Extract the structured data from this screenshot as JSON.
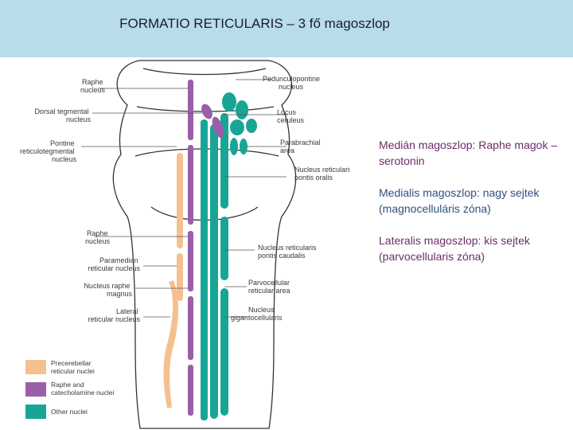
{
  "header": {
    "title": "FORMATIO RETICULARIS – 3 fő magoszlop"
  },
  "colors": {
    "header_bg": "#b8dce9",
    "precerebellar": "#f5c08f",
    "raphe": "#9a5fa8",
    "other": "#18a596",
    "note_purple": "#6b2c6b",
    "note_blue": "#2f4f7f"
  },
  "diagram": {
    "labels_left": {
      "raphe_nucleus_top": [
        "Raphe",
        "nucleus"
      ],
      "dorsal_tegmental": [
        "Dorsal tegmental",
        "nucleus"
      ],
      "pontine_reticulotegmental": [
        "Pontine",
        "reticulotegmental",
        "nucleus"
      ],
      "raphe_nucleus_mid": [
        "Raphe",
        "nucleus"
      ],
      "paramedian": [
        "Paramedian",
        "reticular nucleus"
      ],
      "nucleus_raphe_magnus": [
        "Nucleus raphe",
        "magnus"
      ],
      "lateral_reticular": [
        "Lateral",
        "reticular nucleus"
      ]
    },
    "labels_right": {
      "pedunculopontine": [
        "Pedunculopontine",
        "nucleus"
      ],
      "locus_ceruleus": [
        "Locus",
        "ceruleus"
      ],
      "parabrachial": [
        "Parabrachial",
        "area"
      ],
      "nrp_oralis": [
        "Nucleus reticularis",
        "pontis oralis"
      ],
      "nrp_caudalis": [
        "Nucleus reticularis",
        "pontis caudalis"
      ],
      "parvocellular": [
        "Parvocellular",
        "reticular area"
      ],
      "gigantocellularis": [
        "Nucleus",
        "gigantocellularis"
      ]
    },
    "legend": [
      {
        "lines": [
          "Precerebellar",
          "reticular nuclei"
        ],
        "color": "#f5c08f"
      },
      {
        "lines": [
          "Raphe and",
          "catecholamine nuclei"
        ],
        "color": "#9a5fa8"
      },
      {
        "lines": [
          "Other nuclei"
        ],
        "color": "#18a596"
      }
    ]
  },
  "notes": [
    {
      "text": "Medián magoszlop: Raphe magok – serotonin",
      "color": "#6b2c6b"
    },
    {
      "text": "Medialis magoszlop: nagy sejtek (magnocelluláris zóna)",
      "color": "#2f4f7f"
    },
    {
      "text": "Lateralis magoszlop:  kis sejtek (parvocellularis zóna)",
      "color": "#6b2c6b"
    }
  ]
}
